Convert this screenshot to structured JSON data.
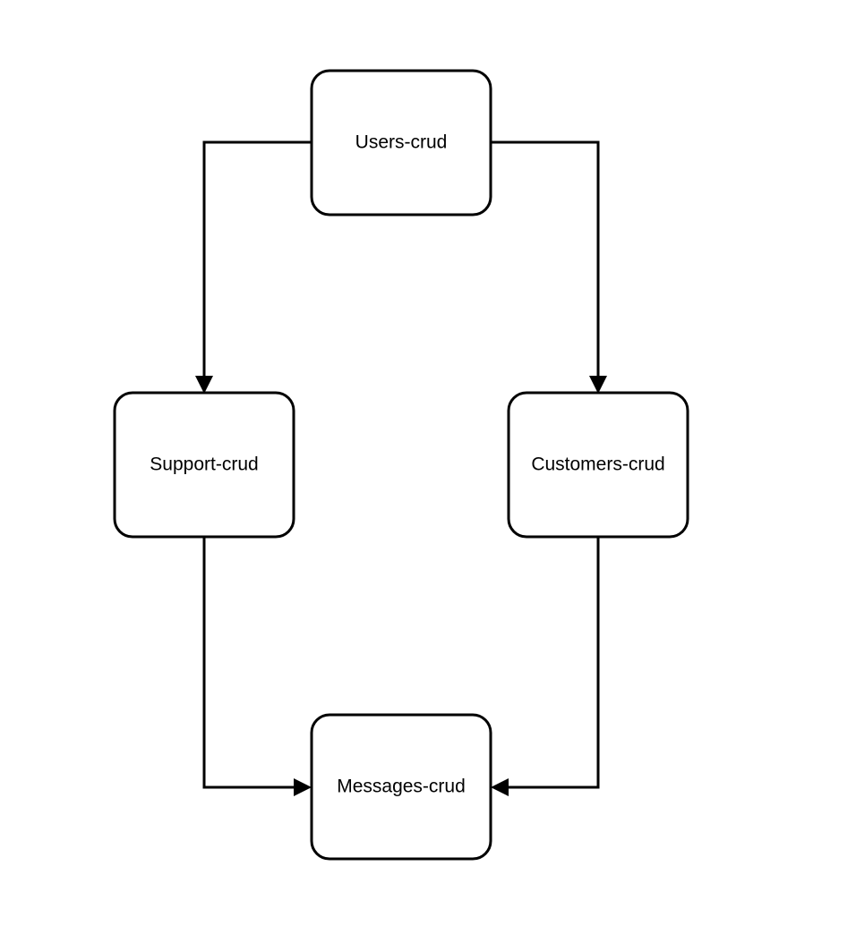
{
  "nodes": [
    {
      "id": "users",
      "label": "Users-crud"
    },
    {
      "id": "support",
      "label": "Support-crud"
    },
    {
      "id": "customers",
      "label": "Customers-crud"
    },
    {
      "id": "messages",
      "label": "Messages-crud"
    }
  ],
  "edges": [
    {
      "from": "users",
      "to": "support"
    },
    {
      "from": "users",
      "to": "customers"
    },
    {
      "from": "support",
      "to": "messages"
    },
    {
      "from": "customers",
      "to": "messages"
    }
  ],
  "colors": {
    "stroke": "#000000",
    "fill": "#ffffff",
    "background": "#ffffff"
  }
}
